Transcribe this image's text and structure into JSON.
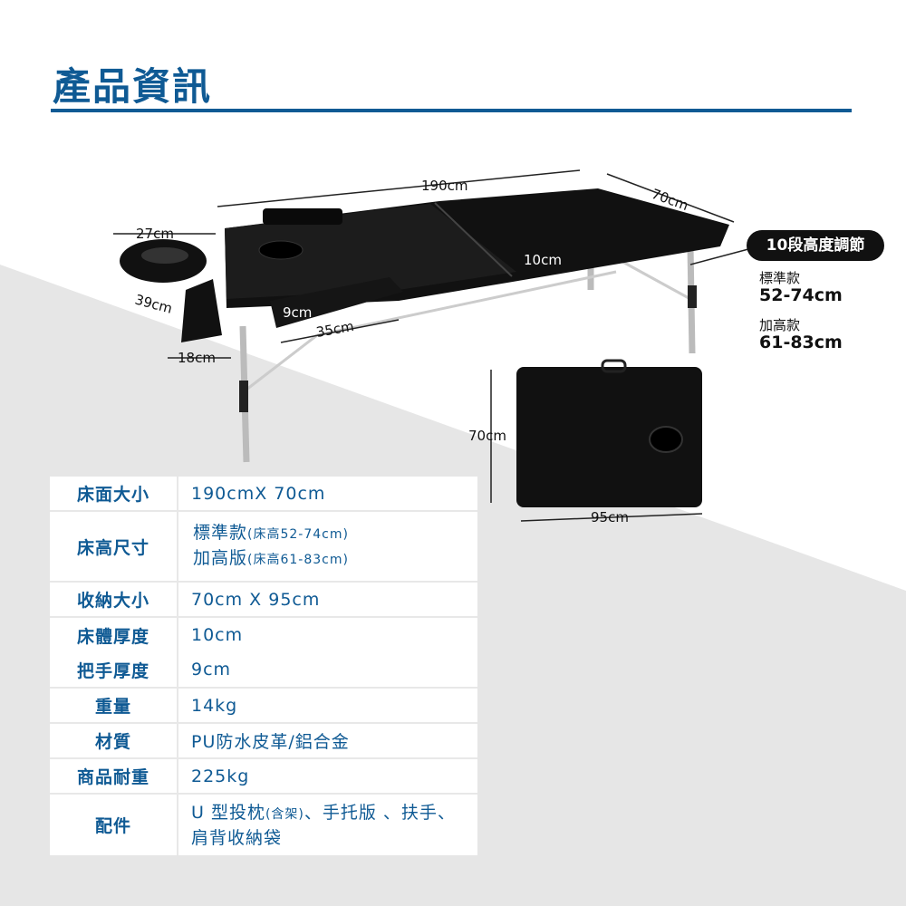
{
  "header": {
    "title": "產品資訊"
  },
  "dimensions": {
    "length": "190cm",
    "width": "70cm",
    "head_width": "27cm",
    "head_depth": "39cm",
    "arm_width": "18cm",
    "body_thickness": "10cm",
    "handle_thickness": "9cm",
    "handle_length": "35cm",
    "folded_height": "70cm",
    "folded_width": "95cm"
  },
  "height_callout": {
    "badge": "10段高度調節",
    "standard_label": "標準款",
    "standard_value": "52-74cm",
    "tall_label": "加高款",
    "tall_value": "61-83cm"
  },
  "specs": [
    {
      "key": "床面大小",
      "value": "190cmX 70cm"
    },
    {
      "key": "床高尺寸",
      "line1_main": "標準款",
      "line1_note": "(床高52-74cm)",
      "line2_main": "加高版",
      "line2_note": "(床高61-83cm)"
    },
    {
      "key": "收納大小",
      "value": "70cm X 95cm"
    },
    {
      "key": "床體厚度",
      "value": "10cm"
    },
    {
      "key": "把手厚度",
      "value": "9cm"
    },
    {
      "key": "重量",
      "value": "14kg"
    },
    {
      "key": "材質",
      "value": "PU防水皮革/鋁合金"
    },
    {
      "key": "商品耐重",
      "value": "225kg"
    },
    {
      "key": "配件",
      "line1_main": "U 型投枕",
      "line1_note": "(含架)",
      "line1_rest": "、手托版 、扶手、",
      "line2_main": "肩背收納袋"
    }
  ],
  "colors": {
    "accent": "#0f5a94",
    "background_gray": "#e6e6e6"
  }
}
